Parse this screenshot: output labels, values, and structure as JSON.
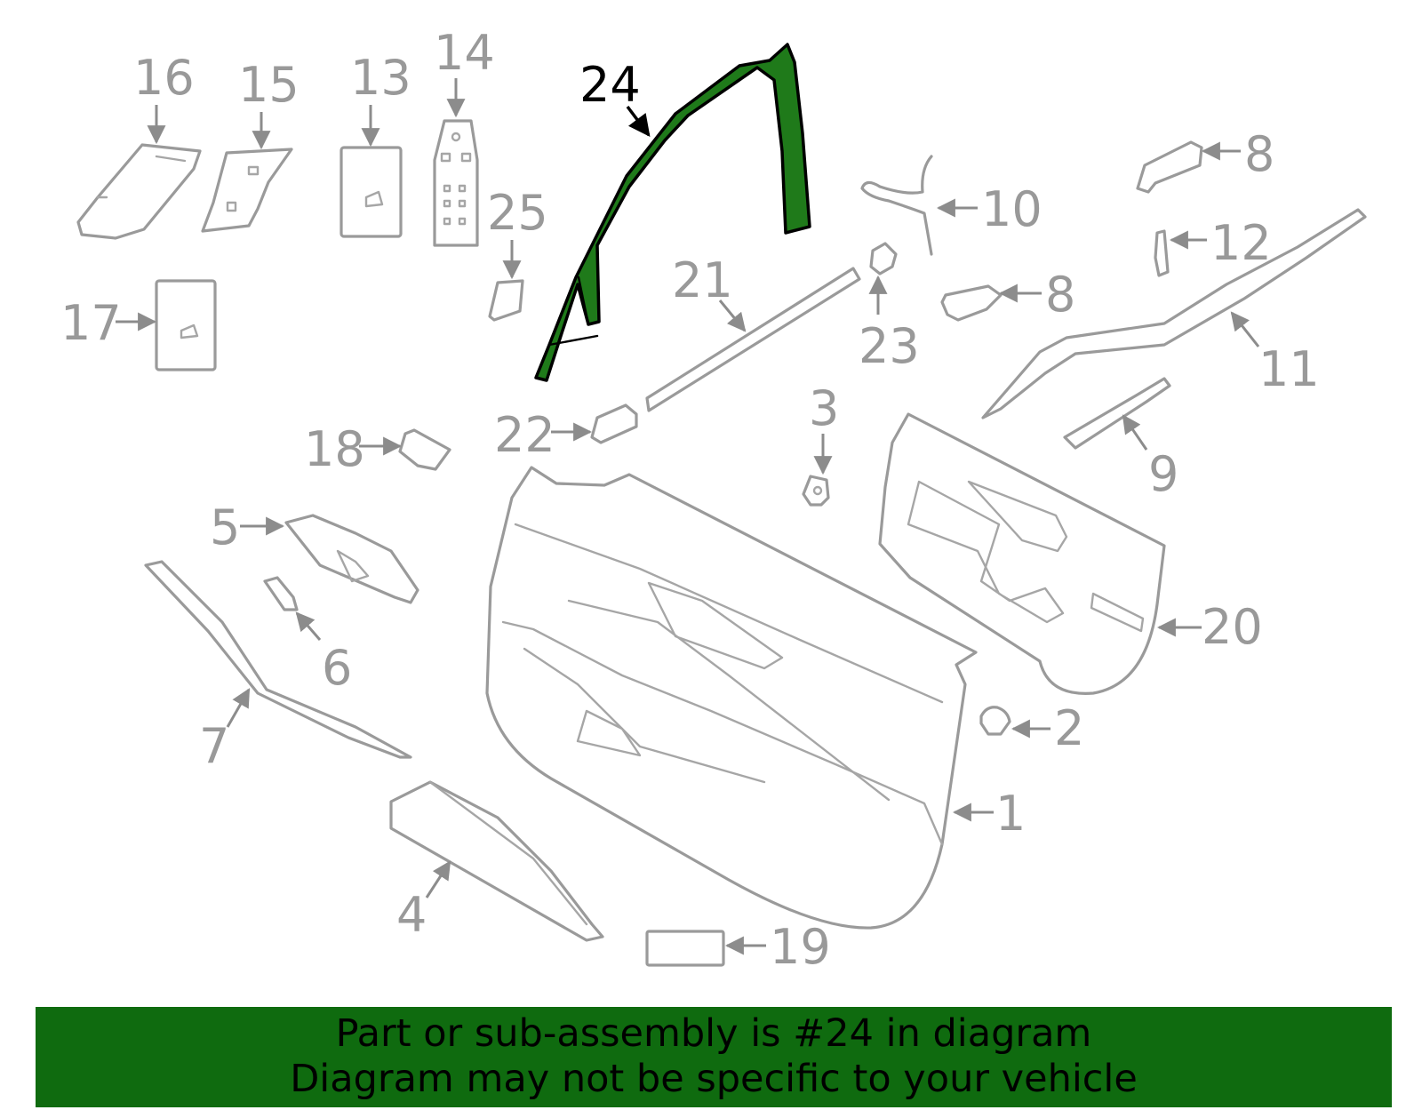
{
  "highlighted_part": "24",
  "callouts": [
    "24",
    "16",
    "15",
    "13",
    "14",
    "25",
    "17",
    "21",
    "23",
    "22",
    "18",
    "3",
    "8",
    "10",
    "12",
    "8",
    "11",
    "9",
    "20",
    "2",
    "1",
    "5",
    "6",
    "7",
    "4",
    "19"
  ],
  "colors": {
    "highlight": "#1f7a1a",
    "banner": "#0f6b0f",
    "line": "#9a9a9a"
  },
  "banner": {
    "line1": "Part or sub-assembly is #24 in diagram",
    "line2": "Diagram may not be specific to your vehicle"
  }
}
